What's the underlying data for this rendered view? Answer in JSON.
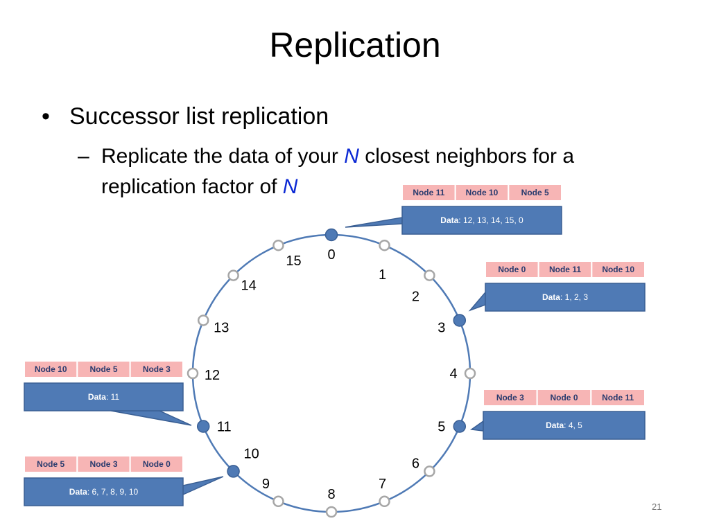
{
  "slide": {
    "title": "Replication",
    "bullet": "Successor list replication",
    "sub_bullet": {
      "dash": "–",
      "part1": "Replicate the data of your ",
      "var1": "N",
      "part2": " closest neighbors for a replication factor of ",
      "var2": "N"
    },
    "page_number": "21"
  },
  "ring": {
    "nodes": [
      "0",
      "1",
      "2",
      "3",
      "4",
      "5",
      "6",
      "7",
      "8",
      "9",
      "10",
      "11",
      "12",
      "13",
      "14",
      "15"
    ],
    "active_nodes": [
      "0",
      "3",
      "5",
      "10",
      "11"
    ],
    "colors": {
      "ring": "#4f7ab5",
      "active_fill": "#4f7ab5",
      "inactive_stroke": "#a6a6a6",
      "table_fill": "#f7b5b5",
      "box_fill": "#4f7ab5",
      "box_stroke": "#3a5f94",
      "variable": "#0b28d4"
    }
  },
  "callouts": [
    {
      "id": "node-0",
      "replicas": [
        "Node 11",
        "Node 10",
        "Node 5"
      ],
      "data_label": "Data",
      "data_values": ": 12, 13, 14, 15, 0"
    },
    {
      "id": "node-3",
      "replicas": [
        "Node 0",
        "Node 11",
        "Node 10"
      ],
      "data_label": "Data",
      "data_values": ": 1, 2, 3"
    },
    {
      "id": "node-5",
      "replicas": [
        "Node 3",
        "Node 0",
        "Node 11"
      ],
      "data_label": "Data",
      "data_values": ": 4, 5"
    },
    {
      "id": "node-11",
      "replicas": [
        "Node 10",
        "Node 5",
        "Node 3"
      ],
      "data_label": "Data",
      "data_values": ": 11"
    },
    {
      "id": "node-10",
      "replicas": [
        "Node 5",
        "Node 3",
        "Node 0"
      ],
      "data_label": "Data",
      "data_values": ": 6, 7, 8, 9, 10"
    }
  ]
}
